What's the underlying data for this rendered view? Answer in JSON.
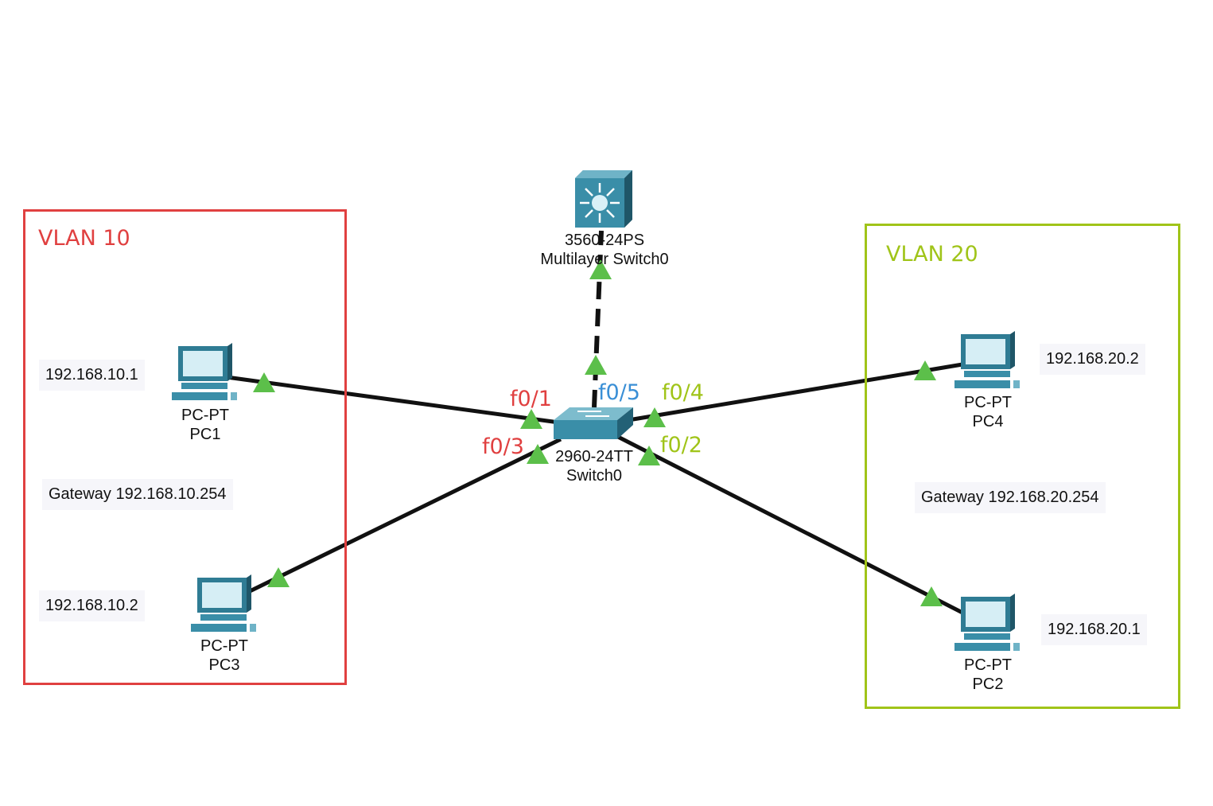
{
  "vlans": [
    {
      "id": "vlan10",
      "title": "VLAN 10",
      "color": "#e04040"
    },
    {
      "id": "vlan20",
      "title": "VLAN 20",
      "color": "#a0c419"
    }
  ],
  "devices": {
    "multilayer": {
      "model": "3560-24PS",
      "name": "Multilayer Switch0"
    },
    "switch0": {
      "model": "2960-24TT",
      "name": "Switch0"
    },
    "pc1": {
      "model": "PC-PT",
      "name": "PC1"
    },
    "pc2": {
      "model": "PC-PT",
      "name": "PC2"
    },
    "pc3": {
      "model": "PC-PT",
      "name": "PC3"
    },
    "pc4": {
      "model": "PC-PT",
      "name": "PC4"
    }
  },
  "notes": {
    "pc1_ip": "192.168.10.1",
    "pc3_ip": "192.168.10.2",
    "vlan10_gateway": "Gateway 192.168.10.254",
    "pc4_ip": "192.168.20.2",
    "pc2_ip": "192.168.20.1",
    "vlan20_gateway": "Gateway 192.168.20.254"
  },
  "ports": {
    "f01": {
      "label": "f0/1",
      "color": "#e04040"
    },
    "f03": {
      "label": "f0/3",
      "color": "#e04040"
    },
    "f05": {
      "label": "f0/5",
      "color": "#3a8fd6"
    },
    "f04": {
      "label": "f0/4",
      "color": "#a0c419"
    },
    "f02": {
      "label": "f0/2",
      "color": "#a0c419"
    }
  },
  "colors": {
    "link": "#111111",
    "link_indicator": "#5cbf4a",
    "device_teal": "#3a8ea8"
  }
}
